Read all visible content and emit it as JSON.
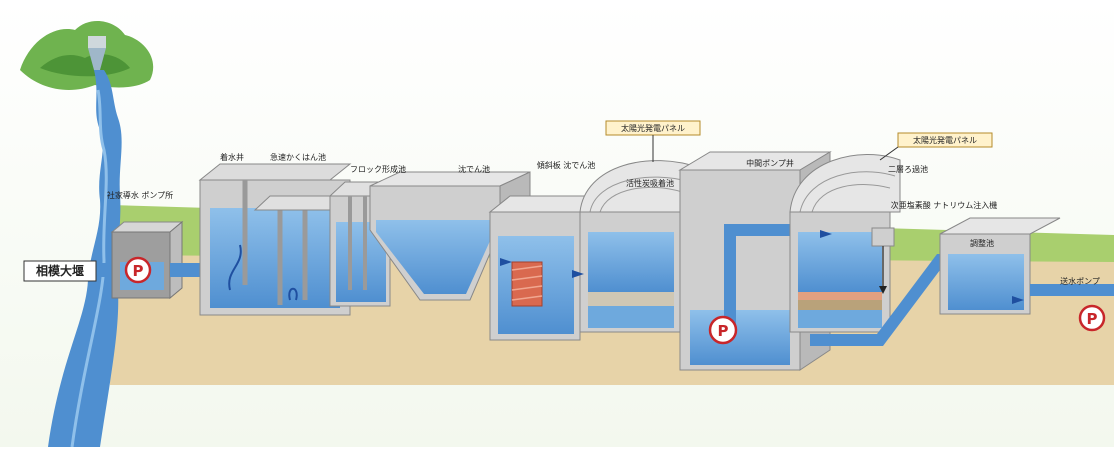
{
  "diagram": {
    "labels": {
      "river": "相模大堰",
      "intake_pump": "社家導水\nポンプ所",
      "receiving_well": "着水井",
      "rapid_mixing": "急速かくはん池",
      "flocculation": "フロック形成池",
      "sedimentation": "沈でん池",
      "inclined_plate": "傾斜板\n沈でん池",
      "activated_carbon": "活性炭吸着池",
      "solar_panel_1": "太陽光発電パネル",
      "solar_panel_2": "太陽光発電パネル",
      "mid_pump_well": "中間ポンプ井",
      "dual_filter": "二層ろ過池",
      "hypochlorite": "次亜塩素酸\nナトリウム注入機",
      "adjust_pond": "調整池",
      "delivery_pump": "送水ポンプ"
    },
    "pump_symbol": "P",
    "colors": {
      "water": "#6ea9dd",
      "water_dark": "#2f6db5",
      "concrete": "#bdbdbd",
      "ground": "#e7d3a8",
      "grass": "#a9cf6e",
      "pump_red": "#c8262a"
    }
  }
}
